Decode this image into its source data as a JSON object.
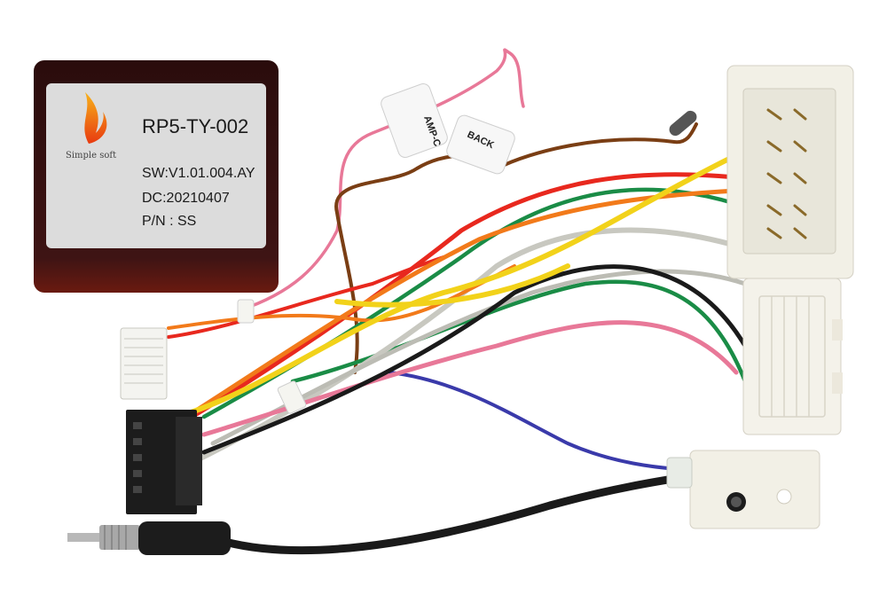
{
  "module": {
    "brand": "Simple soft",
    "model": "RP5-TY-002",
    "sw": "SW:V1.01.004.AY",
    "dc": "DC:20210407",
    "pn": "P/N : SS"
  },
  "tags": {
    "amp": "AMP-C",
    "back": "BACK"
  },
  "colors": {
    "module_body": "#3a1414",
    "label_bg": "#dcdcdc",
    "connector_white": "#f2f0e6",
    "connector_black": "#1c1c1c",
    "wire_red": "#e8281e",
    "wire_orange": "#f27a1a",
    "wire_yellow": "#f2d21a",
    "wire_green": "#1a8c46",
    "wire_brown": "#7a3e14",
    "wire_pink": "#e87898",
    "wire_grey": "#bcbcb4",
    "wire_black": "#1a1a1a",
    "wire_blue": "#3a3aaa"
  }
}
